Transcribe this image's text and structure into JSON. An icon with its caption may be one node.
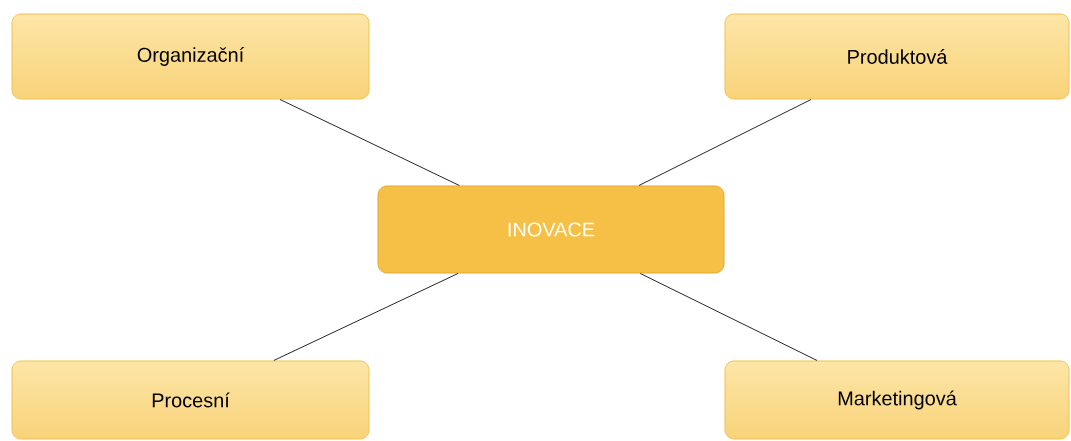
{
  "diagram": {
    "nodes": [
      {
        "text": [
          "INOVACE"
        ]
      },
      {
        "text": [
          "Organizační"
        ]
      },
      {
        "text": [
          "Produktová"
        ]
      },
      {
        "text": [
          "Procesní"
        ]
      },
      {
        "text": [
          "Marketingová"
        ]
      }
    ],
    "edges": [
      {
        "from": 0,
        "to": 1,
        "arrow": "none"
      },
      {
        "from": 0,
        "to": 2,
        "arrow": "none"
      },
      {
        "from": 0,
        "to": 3,
        "arrow": "none"
      },
      {
        "from": 0,
        "to": 4,
        "arrow": "none"
      }
    ]
  }
}
